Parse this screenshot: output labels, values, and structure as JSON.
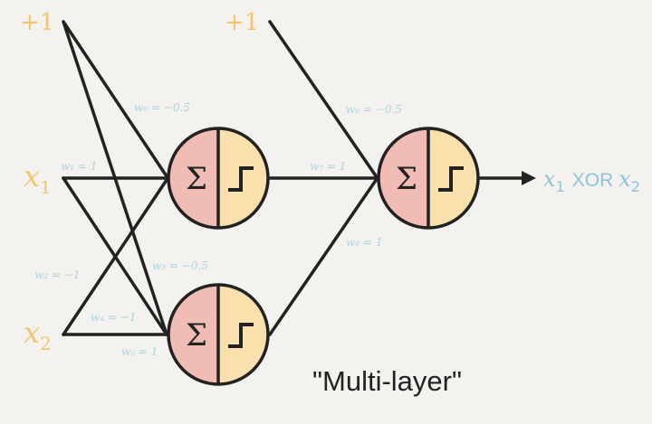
{
  "colors": {
    "background": "#f4f2ef",
    "line": "#222222",
    "input_label": "#f2c46e",
    "weight_label": "#a9d3dc",
    "output_label": "#8fc3da",
    "sum_half": "#f1bcb4",
    "step_half": "#fae0ad"
  },
  "inputs": {
    "bias1": "+1",
    "bias2": "+1",
    "x1": {
      "base": "x",
      "sub": "1"
    },
    "x2": {
      "base": "x",
      "sub": "2"
    }
  },
  "weights": {
    "w0": "w₀ = −0.5",
    "w1": "w₁ = 1",
    "w2": "w₂ = −1",
    "w3": "w₃ = −0.5",
    "w4": "w₄ = −1",
    "w5": "w₅ = 1",
    "w6": "w₆ = −0.5",
    "w7": "w₇ = 1",
    "w8": "w₈ = 1"
  },
  "neurons": {
    "sum_symbol": "Σ"
  },
  "output": {
    "x_a": "x",
    "sub_a": "1",
    "op": "XOR",
    "x_b": "x",
    "sub_b": "2"
  },
  "caption": "\"Multi-layer\""
}
